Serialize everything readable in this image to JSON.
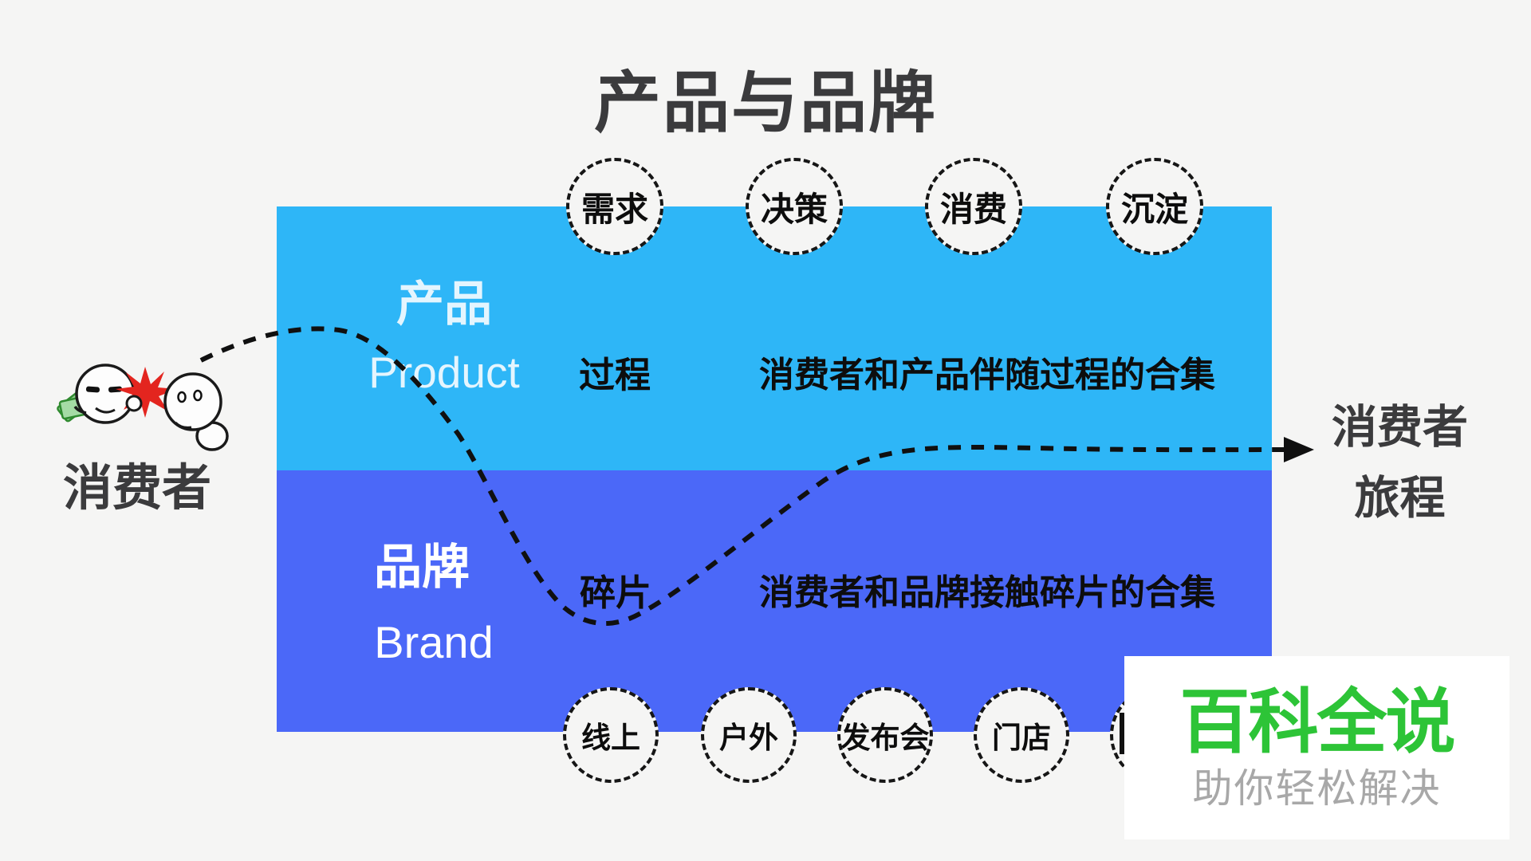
{
  "title": "产品与品牌",
  "colors": {
    "background": "#f5f5f4",
    "product_band": "#2eb6f7",
    "brand_band": "#4b68f8",
    "text_dark": "#3b3b3d",
    "body_text": "#0d0d0d",
    "circle_border": "#161616",
    "curve": "#101010",
    "product_label": "#e4f5fe",
    "brand_label": "#ffffff",
    "watermark_green": "#2dc437",
    "watermark_gray": "#a8a8a8"
  },
  "consumer": {
    "label": "消费者"
  },
  "journey": {
    "line1": "消费者",
    "line2": "旅程"
  },
  "product_band": {
    "label_cn": "产品",
    "label_en": "Product",
    "row_label": "过程",
    "row_text": "消费者和产品伴随过程的合集"
  },
  "brand_band": {
    "label_cn": "品牌",
    "label_en": "Brand",
    "row_label": "碎片",
    "row_text": "消费者和品牌接触碎片的合集"
  },
  "top_circles": [
    "需求",
    "决策",
    "消费",
    "沉淀"
  ],
  "bottom_circles": [
    "线上",
    "户外",
    "发布会",
    "门店"
  ],
  "watermark": {
    "title": "百科全说",
    "subtitle": "助你轻松解决"
  }
}
